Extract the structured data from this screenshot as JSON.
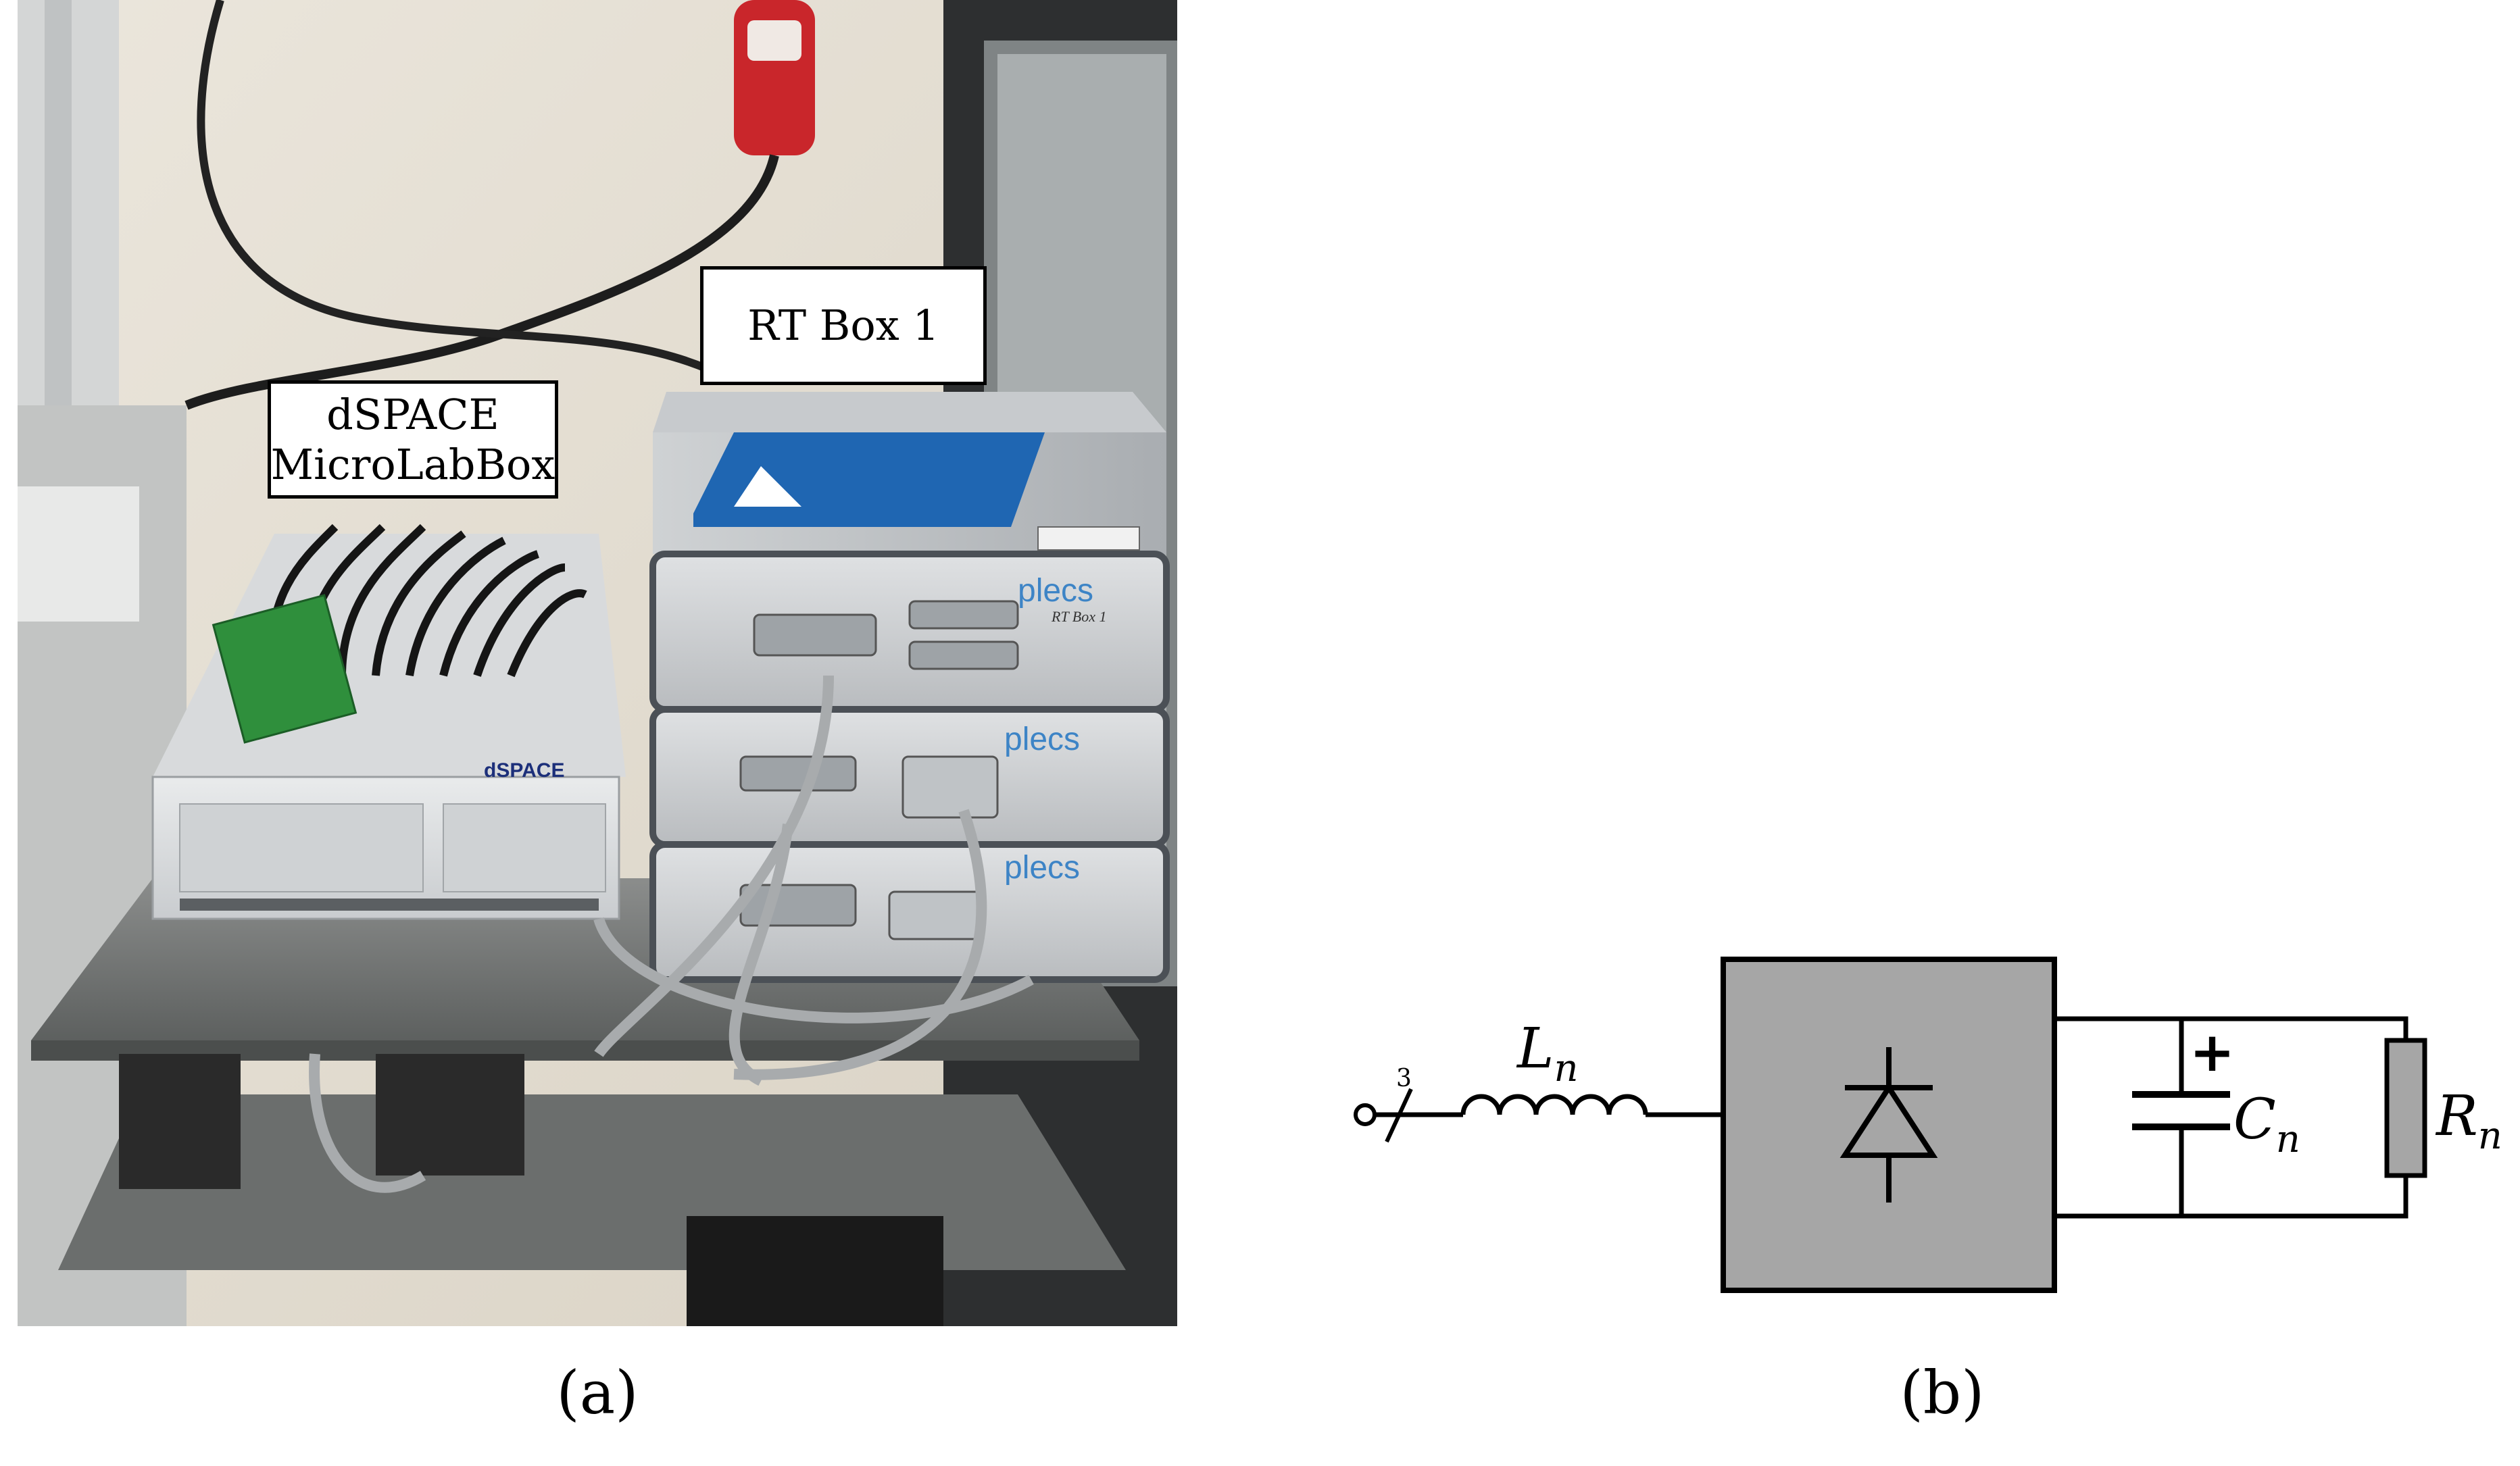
{
  "panel_a": {
    "caption": "(a)",
    "labels": {
      "rt_box": "RT Box 1",
      "dspace_line1": "dSPACE",
      "dspace_line2": "MicroLabBox"
    },
    "device_marks": {
      "plecs_brand": "plecs",
      "plecs_model": "RT Box 1",
      "dspace_brand": "dSPACE"
    }
  },
  "panel_b": {
    "caption": "(b)",
    "phase_count": "3",
    "inductor": {
      "symbol": "L",
      "subscript": "n"
    },
    "capacitor": {
      "symbol": "C",
      "subscript": "n",
      "polarity": "+"
    },
    "resistor": {
      "symbol": "R",
      "subscript": "n"
    }
  }
}
